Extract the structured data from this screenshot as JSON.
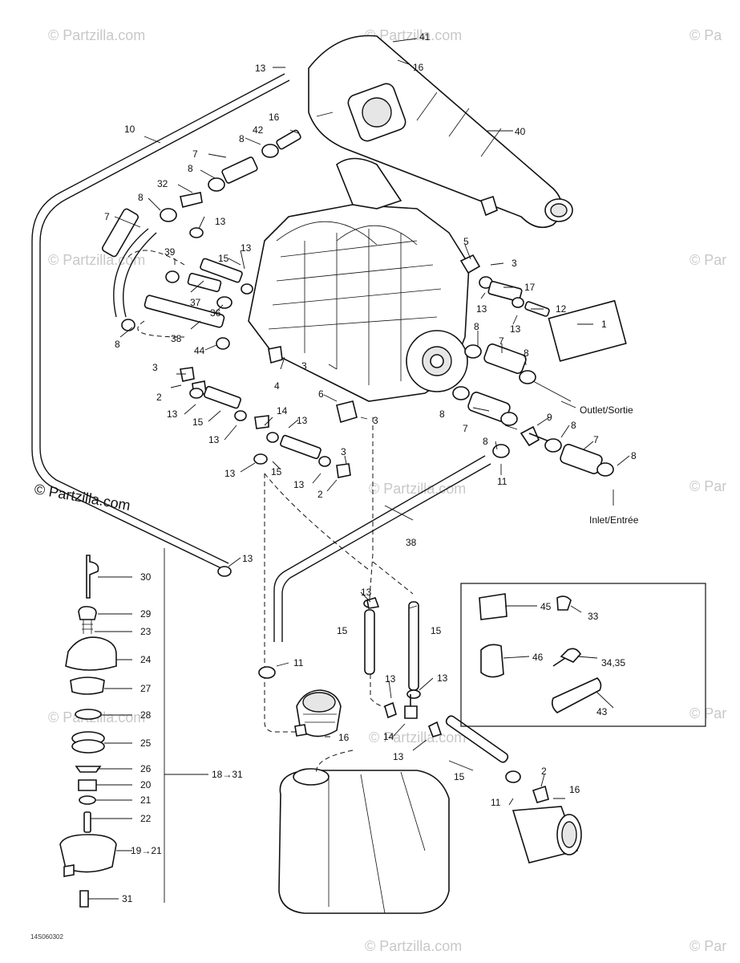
{
  "watermarks": [
    "© Partzilla.com",
    "© Partzilla.com",
    "© Pa",
    "© Partzilla.com",
    "© Par",
    "© Partzilla.com",
    "© Par",
    "© Partzilla.com",
    "© Par",
    "© Partzilla.com",
    "© Partzilla.com",
    "© Par"
  ],
  "copyright_text": "© Partzilla.com",
  "drawing_code": "14S060302",
  "outlet_label": "Outlet/Sortie",
  "inlet_label": "Inlet/Entrée",
  "callouts": {
    "c41": "41",
    "c16a": "16",
    "c13a": "13",
    "c10": "10",
    "c16b": "16",
    "c42": "42",
    "c40": "40",
    "c8a": "8",
    "c7a": "7",
    "c8b": "8",
    "c32": "32",
    "c8c": "8",
    "c13b": "13",
    "c7b": "7",
    "c13c": "13",
    "c15a": "15",
    "c39": "39",
    "c37": "37",
    "c36": "36",
    "c5": "5",
    "c3a": "3",
    "c17": "17",
    "c13d": "13",
    "c12": "12",
    "c1": "1",
    "c13e": "13",
    "c8d": "8",
    "c38a": "38",
    "c44": "44",
    "c8e": "8",
    "c7c": "7",
    "c8f": "8",
    "c3b": "3",
    "c4": "4",
    "c3c": "3",
    "c2a": "2",
    "c6": "6",
    "c3d": "3",
    "c13f": "13",
    "c15b": "15",
    "c14a": "14",
    "c13g": "13",
    "c13h": "13",
    "c8g": "8",
    "c7d": "7",
    "c9": "9",
    "c8h": "8",
    "c7e": "7",
    "c8i": "8",
    "c8j": "8",
    "c13i": "13",
    "c15c": "15",
    "c3e": "3",
    "c13j": "13",
    "c2b": "2",
    "c11a": "11",
    "c38b": "38",
    "c13k": "13",
    "c11b": "11",
    "c16c": "16",
    "c13l": "13",
    "c15d": "15",
    "c15e": "15",
    "c13m": "13",
    "c13n": "13",
    "c14b": "14",
    "c13o": "13",
    "c15f": "15",
    "c2c": "2",
    "c16d": "16",
    "c11c": "11",
    "c30": "30",
    "c29": "29",
    "c23": "23",
    "c24": "24",
    "c27": "27",
    "c28": "28",
    "c25": "25",
    "c26": "26",
    "c20": "20",
    "c21": "21",
    "c22": "22",
    "c19": "19→21",
    "c31": "31",
    "c18": "18→31",
    "c45": "45",
    "c33": "33",
    "c46": "46",
    "c34": "34,35",
    "c43": "43"
  },
  "colors": {
    "line": "#111111",
    "watermark": "#c8c8c8",
    "background": "#ffffff"
  }
}
